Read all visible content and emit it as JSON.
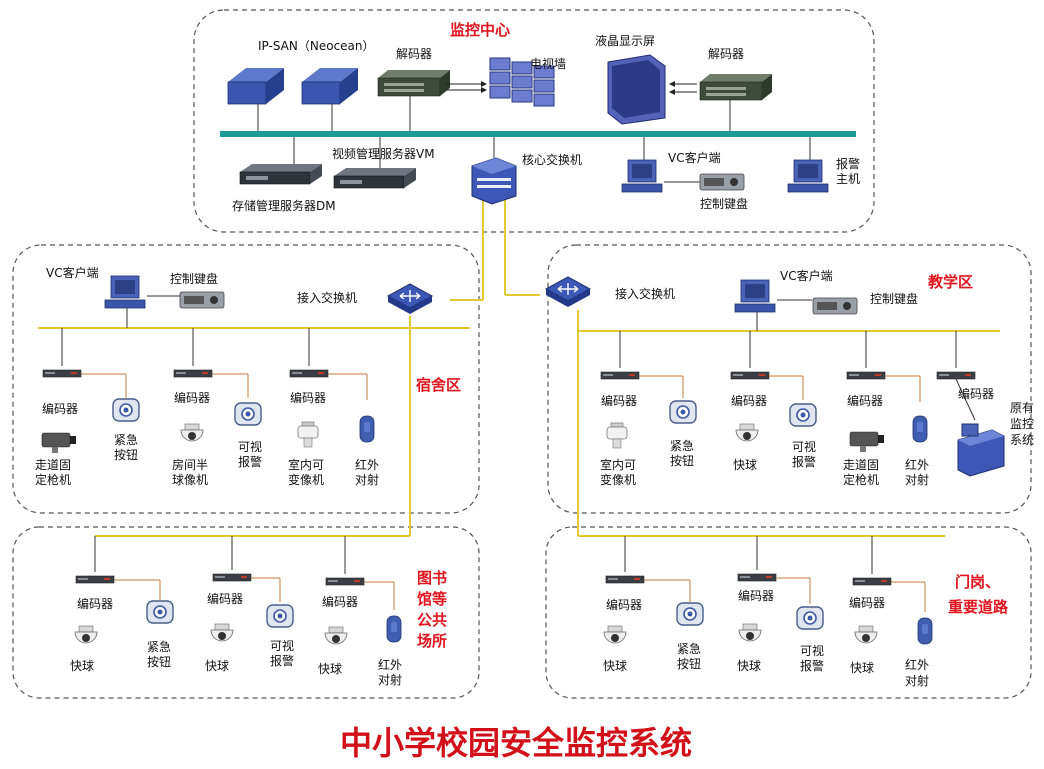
{
  "title": "中小学校园安全监控系统",
  "zones": {
    "monitoring_center": "监控中心",
    "dormitory": "宿舍区",
    "teaching": "教学区",
    "library_l1": "图书",
    "library_l2": "馆等",
    "library_l3": "公共",
    "library_l4": "场所",
    "gate_l1": "门岗、",
    "gate_l2": "重要道路"
  },
  "center": {
    "ipsan": "IP-SAN（Neocean）",
    "decoder1": "解码器",
    "tv_wall": "电视墙",
    "display": "液晶显示屏",
    "decoder2": "解码器",
    "vms": "视频管理服务器VM",
    "dm": "存储管理服务器DM",
    "core_switch": "核心交换机",
    "vc_client": "VC客户端",
    "keyboard": "控制键盘",
    "alarm_l1": "报警",
    "alarm_l2": "主机"
  },
  "dorm": {
    "vc_client": "VC客户端",
    "keyboard": "控制键盘",
    "access_switch": "接入交换机",
    "encoder": "编码器",
    "panic_l1": "紧急",
    "panic_l2": "按钮",
    "cam1_l1": "走道固",
    "cam1_l2": "定枪机",
    "cam2_l1": "房间半",
    "cam2_l2": "球像机",
    "alarm_l1": "可视",
    "alarm_l2": "报警",
    "cam3_l1": "室内可",
    "cam3_l2": "变像机",
    "ir_l1": "红外",
    "ir_l2": "对射"
  },
  "teach": {
    "access_switch": "接入交换机",
    "vc_client": "VC客户端",
    "keyboard": "控制键盘",
    "encoder": "编码器",
    "cam1_l1": "室内可",
    "cam1_l2": "变像机",
    "panic_l1": "紧急",
    "panic_l2": "按钮",
    "dome": "快球",
    "alarm_l1": "可视",
    "alarm_l2": "报警",
    "cam2_l1": "走道固",
    "cam2_l2": "定枪机",
    "ir_l1": "红外",
    "ir_l2": "对射",
    "orig_l1": "原有",
    "orig_l2": "监控",
    "orig_l3": "系统"
  },
  "library": {
    "encoder": "编码器",
    "dome": "快球",
    "panic_l1": "紧急",
    "panic_l2": "按钮",
    "alarm_l1": "可视",
    "alarm_l2": "报警",
    "ir_l1": "红外",
    "ir_l2": "对射"
  },
  "gate": {
    "encoder": "编码器",
    "dome": "快球",
    "panic_l1": "紧急",
    "panic_l2": "按钮",
    "alarm_l1": "可视",
    "alarm_l2": "报警",
    "ir_l1": "红外",
    "ir_l2": "对射"
  }
}
